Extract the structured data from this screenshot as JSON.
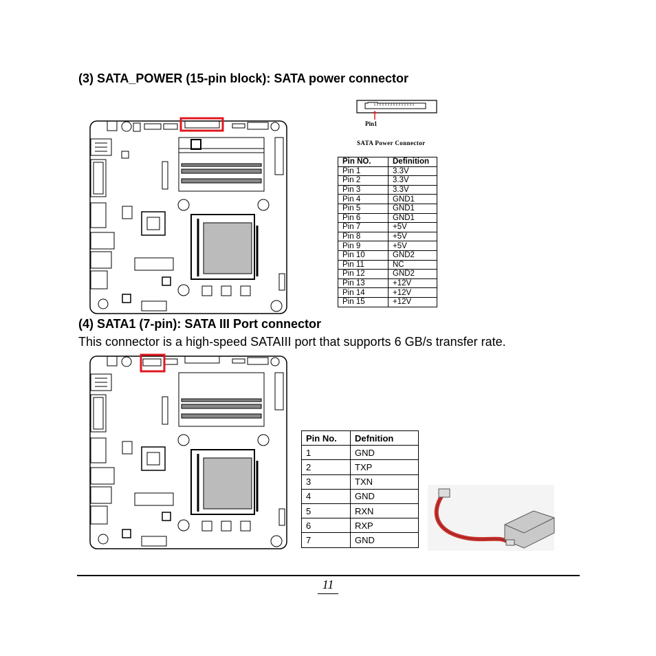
{
  "section3": {
    "heading": "(3) SATA_POWER (15-pin block): SATA power connector",
    "connector_pin_label": "Pin1",
    "connector_caption": "SATA Power Connector",
    "table": {
      "headers": [
        "Pin NO.",
        "Definition"
      ],
      "rows": [
        [
          "Pin 1",
          "3.3V"
        ],
        [
          "Pin 2",
          "3.3V"
        ],
        [
          "Pin 3",
          "3.3V"
        ],
        [
          "Pin 4",
          "GND1"
        ],
        [
          "Pin 5",
          "GND1"
        ],
        [
          "Pin 6",
          "GND1"
        ],
        [
          "Pin 7",
          "+5V"
        ],
        [
          "Pin 8",
          "+5V"
        ],
        [
          "Pin 9",
          "+5V"
        ],
        [
          "Pin 10",
          "GND2"
        ],
        [
          "Pin 11",
          "NC"
        ],
        [
          "Pin 12",
          "GND2"
        ],
        [
          "Pin 13",
          "+12V"
        ],
        [
          "Pin 14",
          "+12V"
        ],
        [
          "Pin 15",
          "+12V"
        ]
      ]
    }
  },
  "section4": {
    "heading": "(4) SATA1 (7-pin): SATA III Port connector",
    "description": "This connector is a high-speed SATAIII port that supports 6 GB/s transfer rate.",
    "table": {
      "headers": [
        "Pin No.",
        "Defnition"
      ],
      "rows": [
        [
          "1",
          "GND"
        ],
        [
          "2",
          "TXP"
        ],
        [
          "3",
          "TXN"
        ],
        [
          "4",
          "GND"
        ],
        [
          "5",
          "RXN"
        ],
        [
          "6",
          "RXP"
        ],
        [
          "7",
          "GND"
        ]
      ]
    }
  },
  "colors": {
    "highlight": "#e0171f",
    "cable": "#c8322e"
  },
  "footer": {
    "page_number": "11"
  }
}
